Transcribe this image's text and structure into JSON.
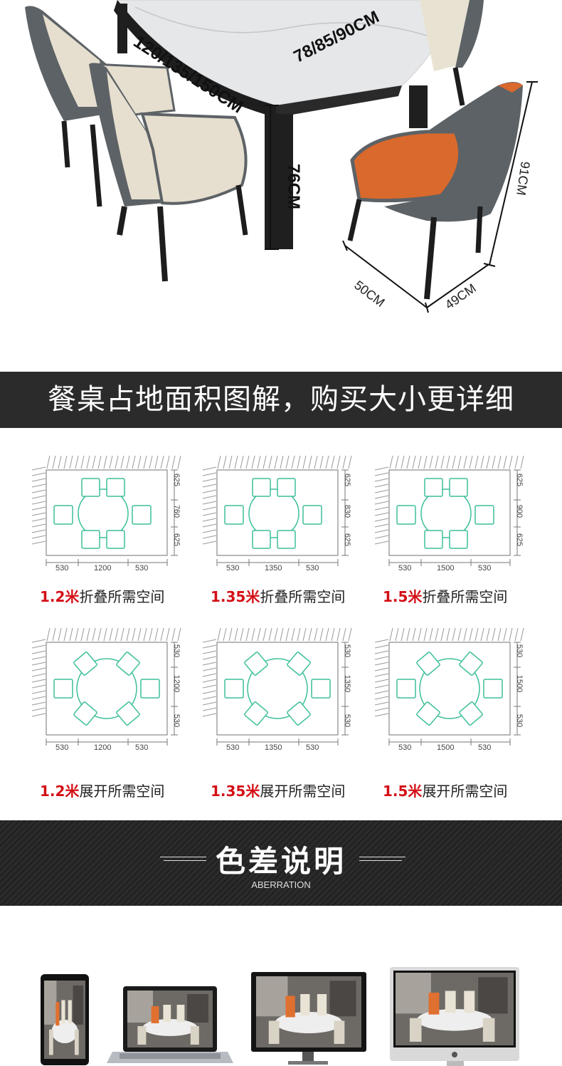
{
  "hero": {
    "table_length": "120/135/150CM",
    "table_width": "78/85/90CM",
    "table_height": "76CM",
    "chair_height": "91CM",
    "chair_depth": "50CM",
    "chair_width": "49CM"
  },
  "section1": {
    "title": "餐桌占地面积图解，购买大小更详细"
  },
  "plans": [
    {
      "mode": "fold",
      "top": "625",
      "mid": "760",
      "bottom": "625",
      "left": "530",
      "center": "1200",
      "right": "530",
      "size": "1.2米",
      "caption": "折叠所需空间"
    },
    {
      "mode": "fold",
      "top": "625",
      "mid": "830",
      "bottom": "625",
      "left": "530",
      "center": "1350",
      "right": "530",
      "size": "1.35米",
      "caption": "折叠所需空间"
    },
    {
      "mode": "fold",
      "top": "625",
      "mid": "900",
      "bottom": "625",
      "left": "530",
      "center": "1500",
      "right": "530",
      "size": "1.5米",
      "caption": "折叠所需空间"
    },
    {
      "mode": "open",
      "top": "530",
      "mid": "1200",
      "bottom": "530",
      "left": "530",
      "center": "1200",
      "right": "530",
      "size": "1.2米",
      "caption": "展开所需空间"
    },
    {
      "mode": "open",
      "top": "530",
      "mid": "1350",
      "bottom": "530",
      "left": "530",
      "center": "1350",
      "right": "530",
      "size": "1.35米",
      "caption": "展开所需空间"
    },
    {
      "mode": "open",
      "top": "530",
      "mid": "1500",
      "bottom": "530",
      "left": "530",
      "center": "1500",
      "right": "530",
      "size": "1.5米",
      "caption": "展开所需空间"
    }
  ],
  "section2": {
    "title": "色差说明",
    "subtitle": "ABERRATION"
  },
  "colors": {
    "accent_red": "#d40f16",
    "plan_green": "#3dbf9a",
    "banner_dark": "#2b2b2b",
    "chair_orange": "#d9692c",
    "chair_grey": "#5d6266"
  }
}
